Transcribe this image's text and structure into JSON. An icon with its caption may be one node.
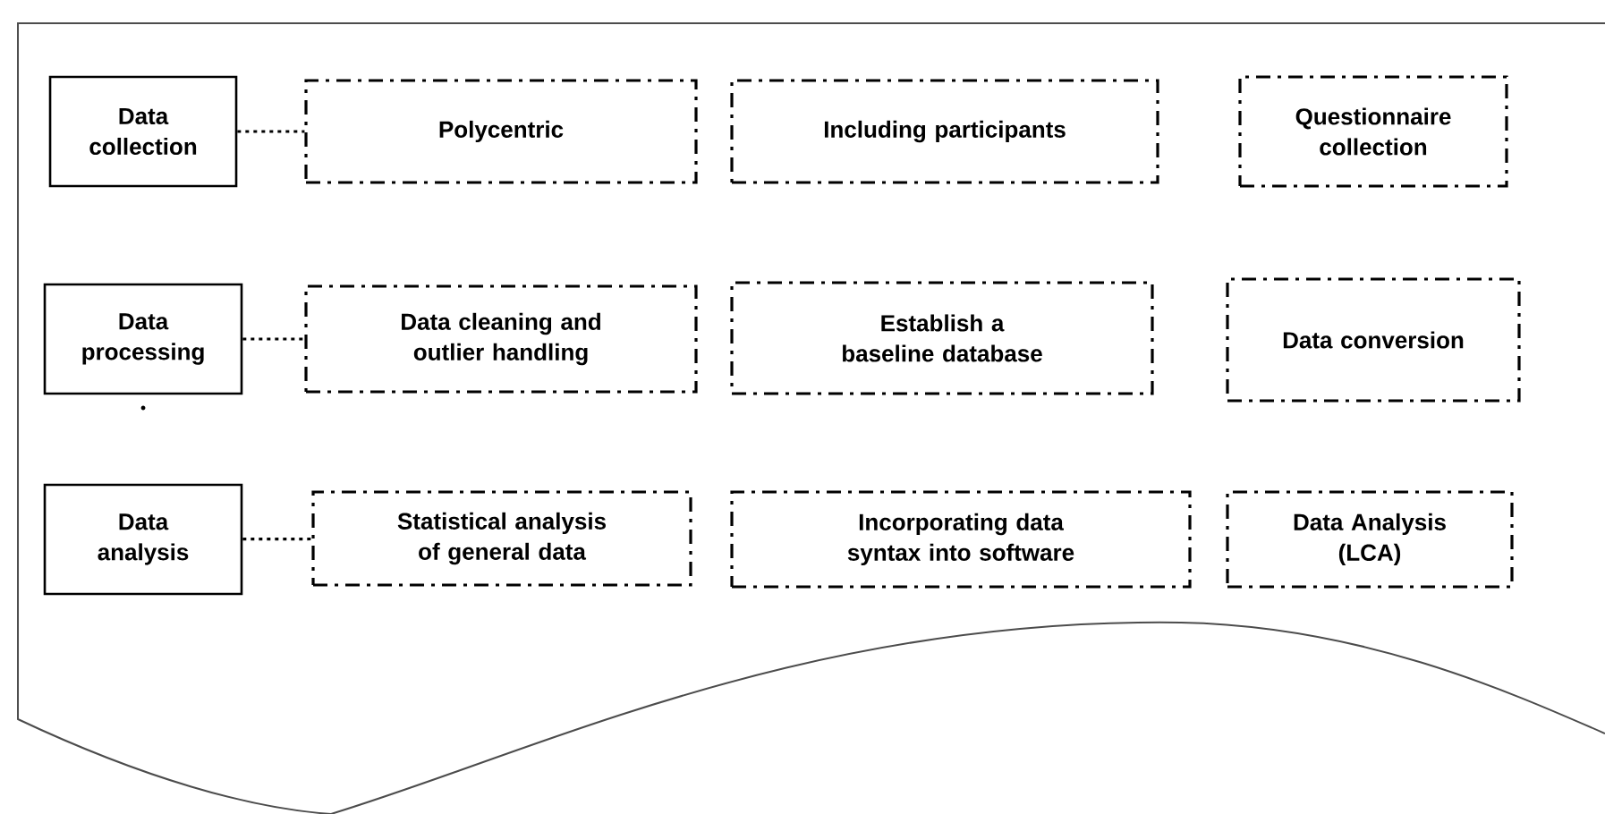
{
  "diagram": {
    "nodes": [
      {
        "text": [
          "Data collection"
        ]
      },
      {
        "text": [
          "Polycentric"
        ]
      },
      {
        "text": [
          "Including participants"
        ]
      },
      {
        "text": [
          "Questionnaire collection"
        ]
      },
      {
        "text": [
          "Data processing"
        ]
      },
      {
        "text": [
          "Data cleaning and outlier handling"
        ]
      },
      {
        "text": [
          "Establish a baseline database"
        ]
      },
      {
        "text": [
          "Data conversion"
        ]
      },
      {
        "text": [
          "Data analysis"
        ]
      },
      {
        "text": [
          "Statistical analysis of general data"
        ]
      },
      {
        "text": [
          "Incorporating data syntax into software"
        ]
      },
      {
        "text": [
          "Data Analysis (LCA)"
        ]
      }
    ],
    "edges": [
      {
        "from": 0,
        "to": 1,
        "arrow": "none"
      },
      {
        "from": 4,
        "to": 5,
        "arrow": "none"
      },
      {
        "from": 8,
        "to": 9,
        "arrow": "none"
      }
    ]
  }
}
